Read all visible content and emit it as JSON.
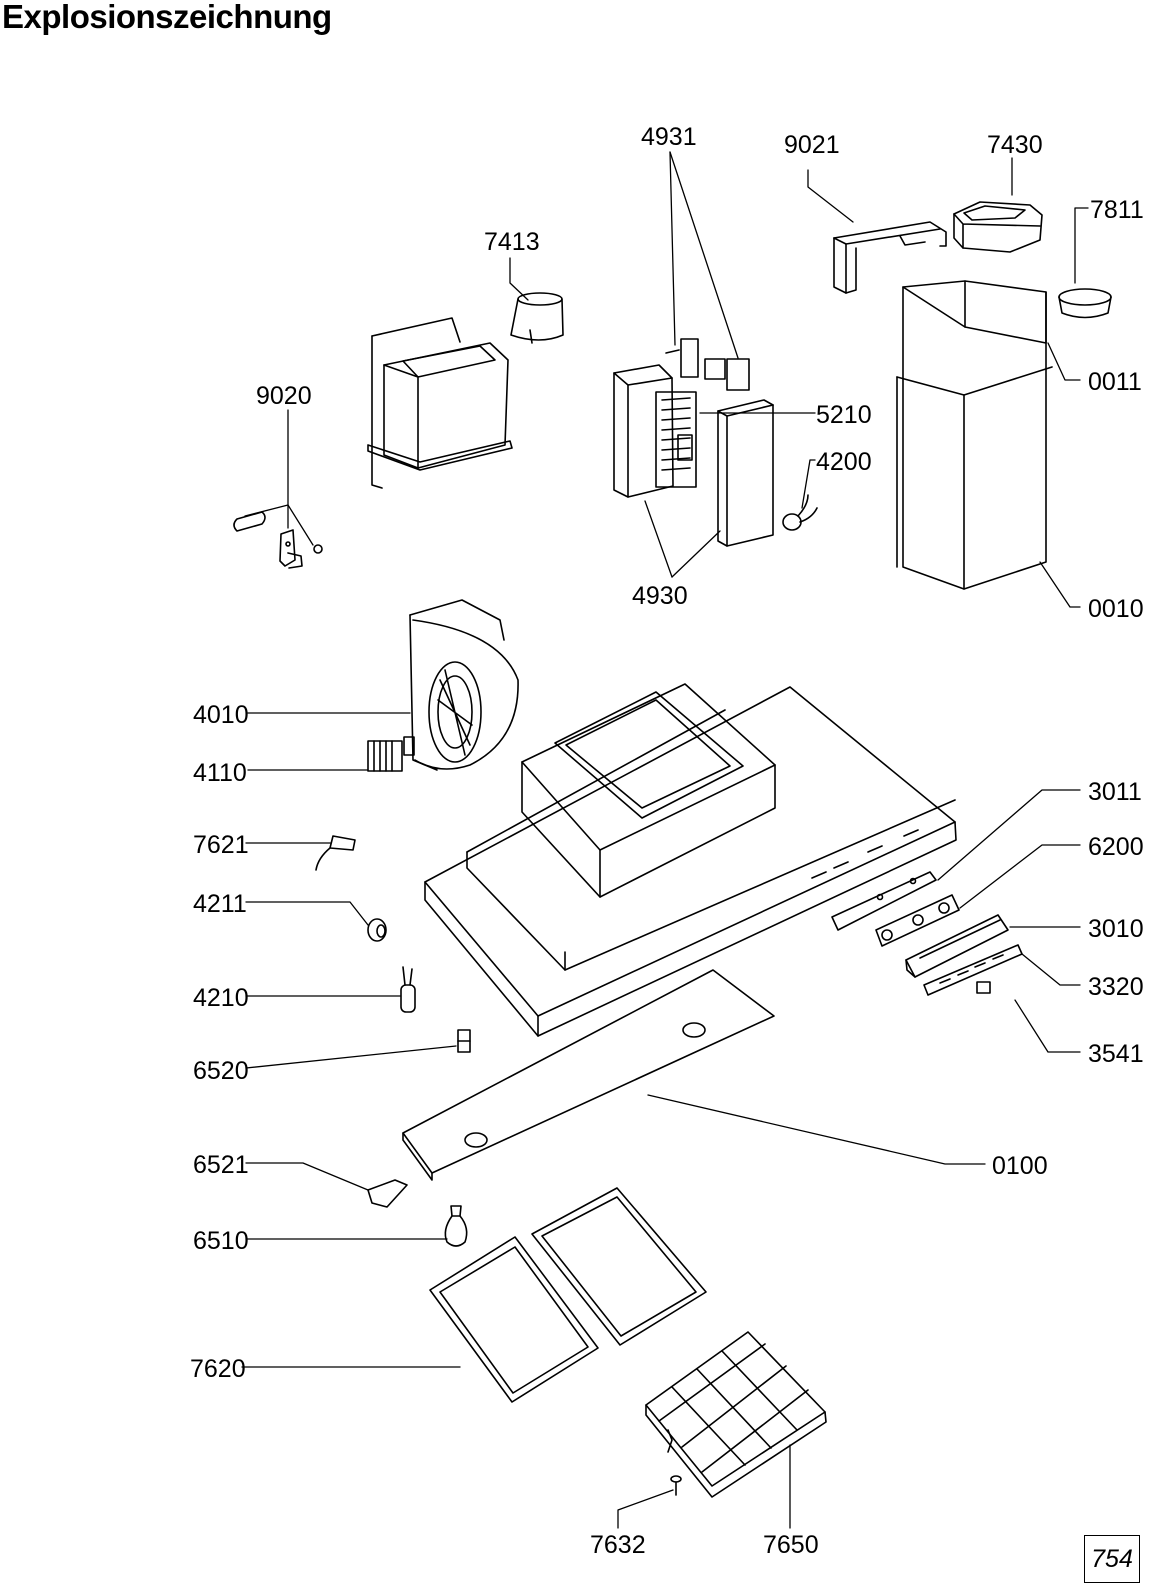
{
  "title": "Explosionszeichnung",
  "page_number": "754",
  "part_labels": {
    "p4931": "4931",
    "p9021": "9021",
    "p7430": "7430",
    "p7811": "7811",
    "p7413": "7413",
    "p0011": "0011",
    "p9020": "9020",
    "p5210": "5210",
    "p4200": "4200",
    "p4930": "4930",
    "p0010": "0010",
    "p4010": "4010",
    "p4110": "4110",
    "p3011": "3011",
    "p7621": "7621",
    "p6200": "6200",
    "p4211": "4211",
    "p3010": "3010",
    "p3320": "3320",
    "p4210": "4210",
    "p3541": "3541",
    "p6520": "6520",
    "p0100": "0100",
    "p6521": "6521",
    "p6510": "6510",
    "p7620": "7620",
    "p7632": "7632",
    "p7650": "7650"
  }
}
